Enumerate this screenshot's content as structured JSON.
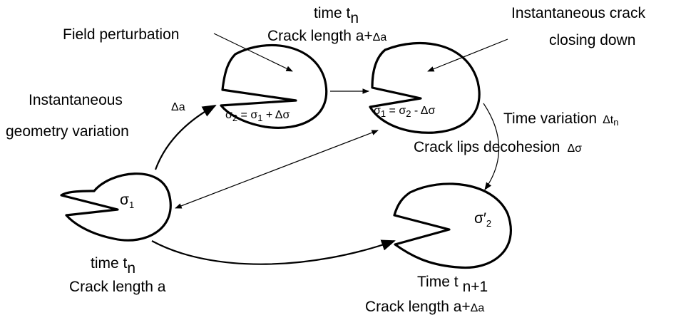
{
  "labels": {
    "field_perturbation": "Field perturbation",
    "time_top_prefix": "time t",
    "time_top_sub": "n",
    "crack_len_top": "Crack length a+",
    "crack_len_top_delta": "Δa",
    "instant_crack_1": "Instantaneous crack",
    "instant_crack_2": "closing down",
    "instant_geom_1": "Instantaneous",
    "instant_geom_2": "geometry variation",
    "delta_a": "Δa",
    "time_variation": "Time variation",
    "time_variation_sym": "Δt",
    "time_variation_sub": "n",
    "crack_lips": "Crack lips decohesion",
    "crack_lips_sym": "Δσ",
    "time_bottom_left_prefix": "time t",
    "time_bottom_left_sub": "n",
    "crack_len_bottom_left": "Crack length a",
    "time_bottom_right_prefix": "Time t",
    "time_bottom_right_sub": "n+1",
    "crack_len_bottom_right": "Crack length a+",
    "crack_len_bottom_right_delta": "Δa"
  },
  "states": {
    "s1": {
      "sym": "σ",
      "sub": "1"
    },
    "s2": {
      "sym": "σ",
      "sub": "2",
      "rest": " = σ",
      "rest_sub": "1",
      "rest2": " + Δσ"
    },
    "s3": {
      "sym": "σ",
      "sub": "1",
      "rest": " = σ",
      "rest_sub": "2",
      "rest2": " - Δσ"
    },
    "s4": {
      "sym": "σ′",
      "sub": "2"
    }
  }
}
